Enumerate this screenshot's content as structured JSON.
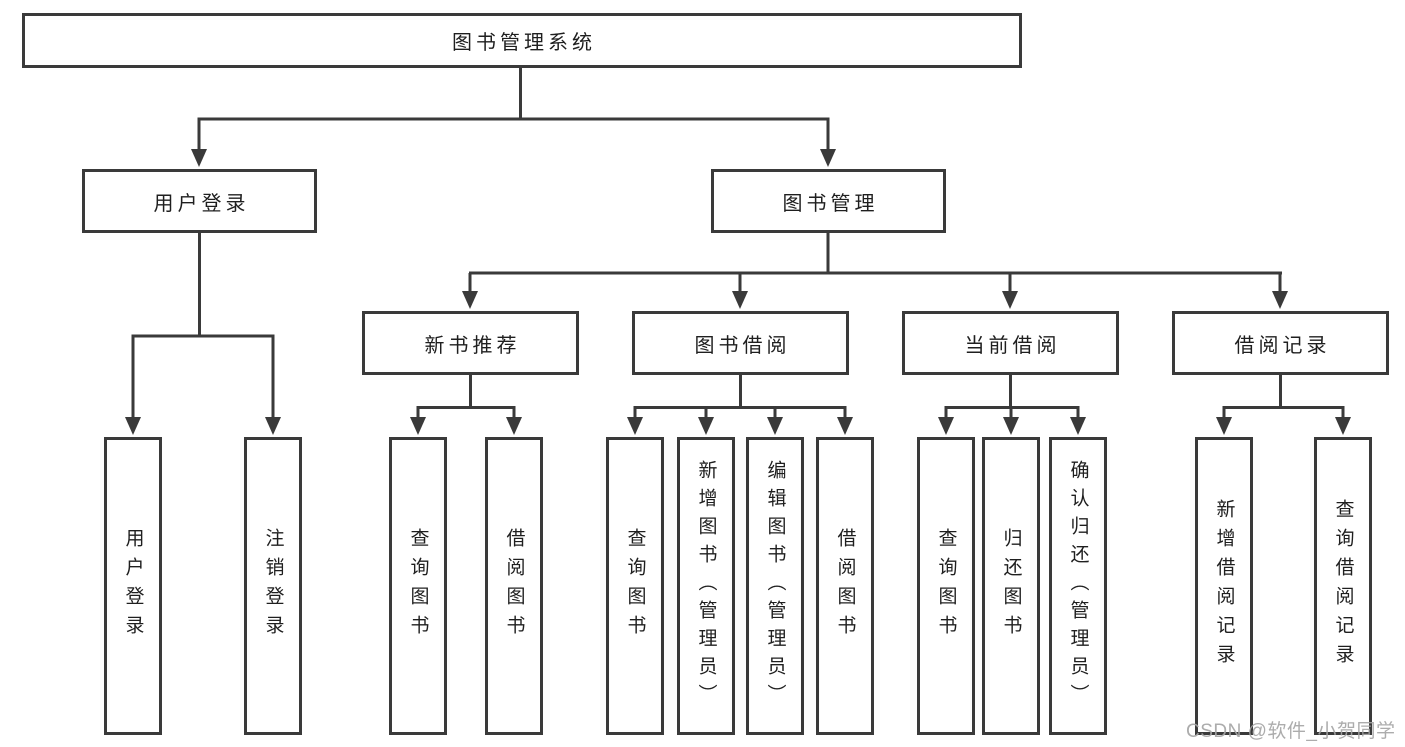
{
  "diagram": {
    "root": {
      "label": "图书管理系统",
      "children": [
        {
          "label": "用户登录",
          "children": [
            {
              "label": "用户登录"
            },
            {
              "label": "注销登录"
            }
          ]
        },
        {
          "label": "图书管理",
          "children": [
            {
              "label": "新书推荐",
              "children": [
                {
                  "label": "查询图书"
                },
                {
                  "label": "借阅图书"
                }
              ]
            },
            {
              "label": "图书借阅",
              "children": [
                {
                  "label": "查询图书"
                },
                {
                  "label": "新增图书（管理员）"
                },
                {
                  "label": "编辑图书（管理员）"
                },
                {
                  "label": "借阅图书"
                }
              ]
            },
            {
              "label": "当前借阅",
              "children": [
                {
                  "label": "查询图书"
                },
                {
                  "label": "归还图书"
                },
                {
                  "label": "确认归还（管理员）"
                }
              ]
            },
            {
              "label": "借阅记录",
              "children": [
                {
                  "label": "新增借阅记录"
                },
                {
                  "label": "查询借阅记录"
                }
              ]
            }
          ]
        }
      ]
    }
  },
  "watermark": "CSDN @软件_小贺同学",
  "colors": {
    "line": "#3a3a3a",
    "text": "#1f1f1f",
    "watermark": "#a5a5a5",
    "background": "#ffffff"
  }
}
